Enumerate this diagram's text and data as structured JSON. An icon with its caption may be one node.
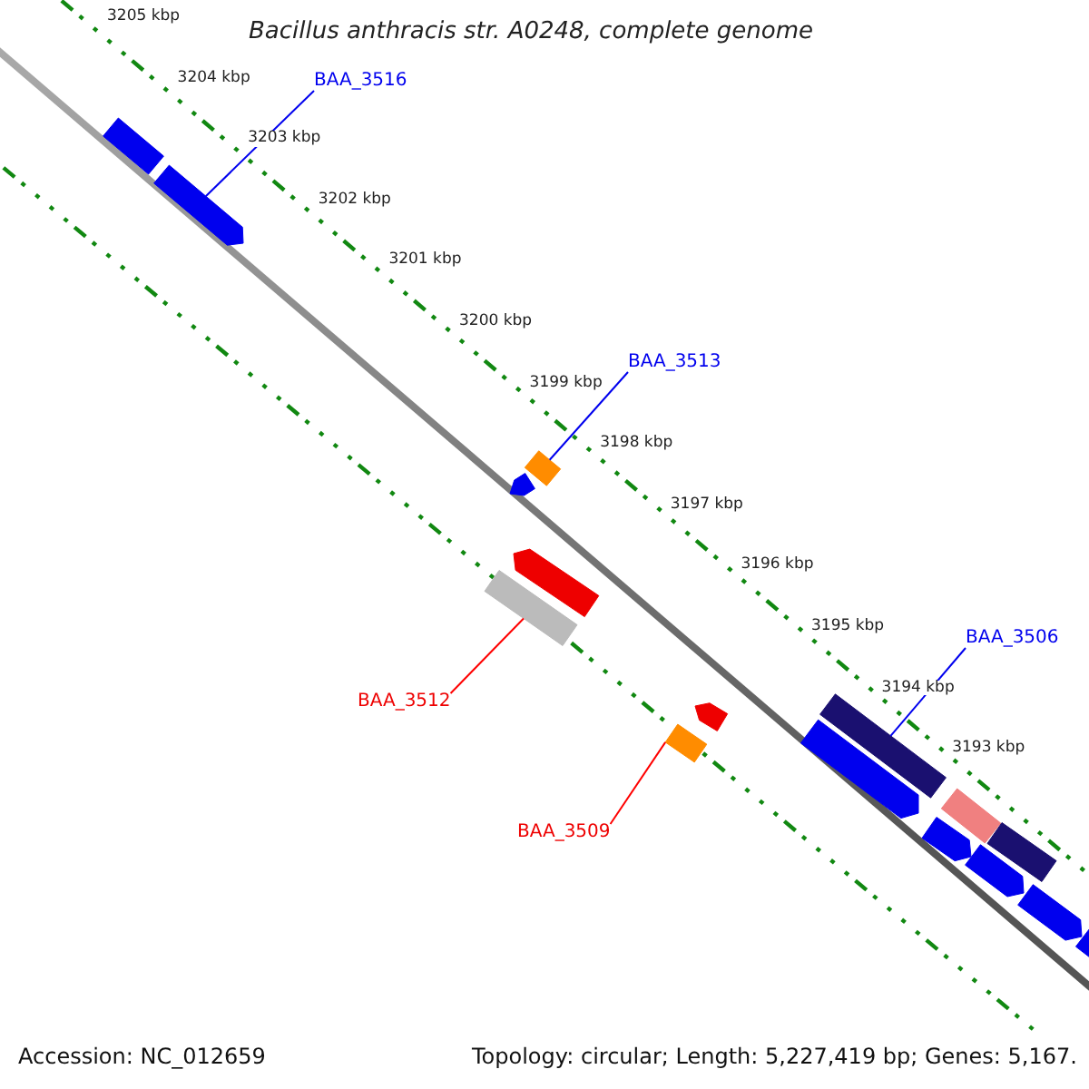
{
  "diagram": {
    "title": "Bacillus anthracis str. A0248, complete genome",
    "nodes": [
      {
        "text": [
          "BAA_3516"
        ]
      },
      {
        "text": [
          "BAA_3513"
        ]
      },
      {
        "text": [
          "BAA_3512"
        ]
      },
      {
        "text": [
          "BAA_3509"
        ]
      },
      {
        "text": [
          "BAA_3506"
        ]
      },
      {
        "text": [],
        "shape": "bar"
      },
      {
        "text": [],
        "shape": "bar"
      },
      {
        "text": [],
        "shape": "bar"
      },
      {
        "text": [],
        "shape": "bar"
      },
      {
        "text": [],
        "shape": "bar"
      }
    ],
    "edges": [
      {
        "from": 0,
        "to": 5,
        "arrow": "none"
      },
      {
        "from": 1,
        "to": 6,
        "arrow": "none"
      },
      {
        "from": 2,
        "to": 7,
        "arrow": "none",
        "color": "#ff0000"
      },
      {
        "from": 3,
        "to": 8,
        "arrow": "none",
        "color": "#ff0000"
      },
      {
        "from": 4,
        "to": 9,
        "arrow": "none"
      }
    ],
    "labels": [
      "3205 kbp",
      "3204 kbp",
      "3203 kbp",
      "3202 kbp",
      "3201 kbp",
      "3200 kbp",
      "3199 kbp",
      "3198 kbp",
      "3197 kbp",
      "3196 kbp",
      "3195 kbp",
      "3194 kbp",
      "3193 kbp",
      "Accession: NC_012659",
      "Topology: circular; Length: 5,227,419 bp; Genes: 5,167."
    ]
  }
}
